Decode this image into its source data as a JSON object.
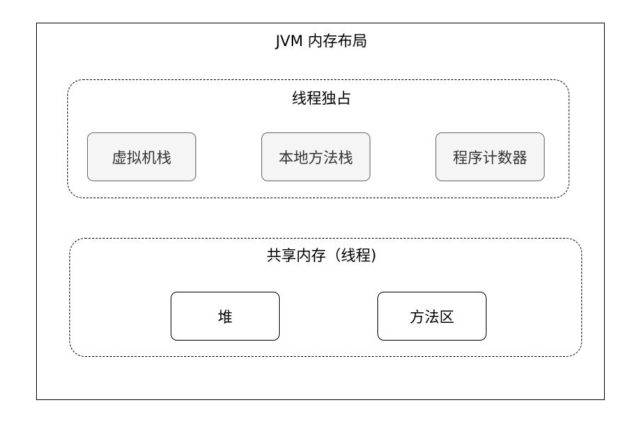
{
  "diagram": {
    "title": "JVM 内存布局",
    "thread_private": {
      "title": "线程独占",
      "items": [
        "虚拟机栈",
        "本地方法栈",
        "程序计数器"
      ]
    },
    "shared": {
      "title": "共享内存（线程)",
      "items": [
        "堆",
        "方法区"
      ]
    }
  }
}
